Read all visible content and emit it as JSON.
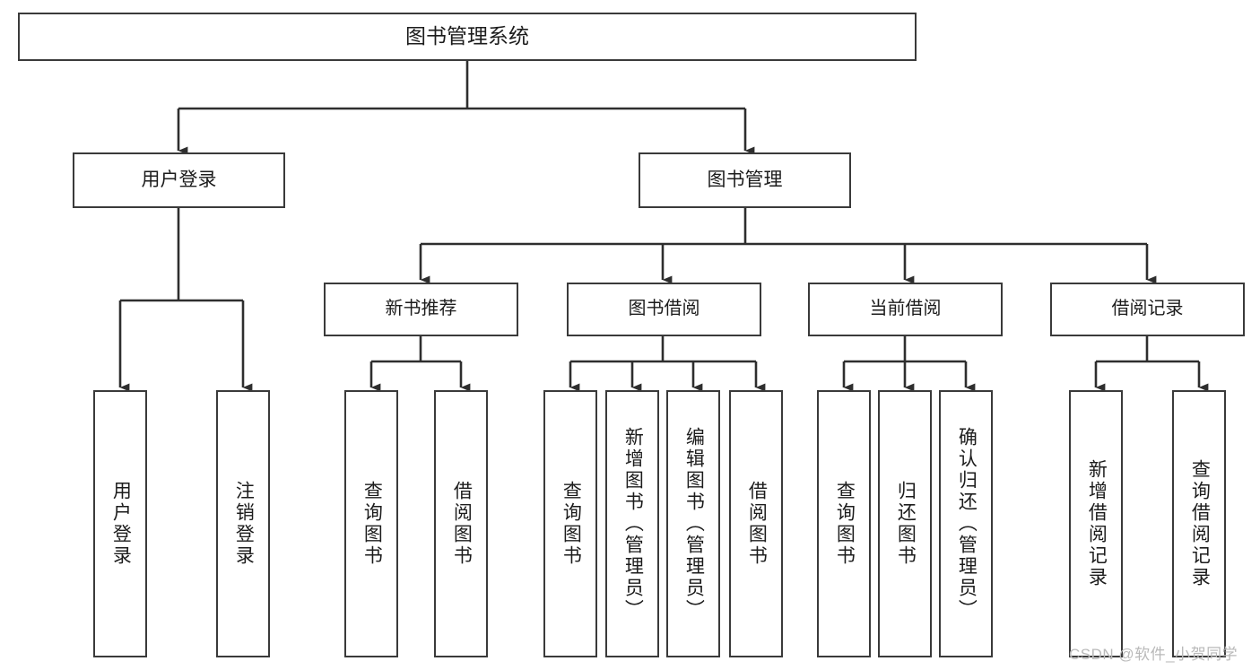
{
  "diagram": {
    "title": "图书管理系统",
    "type": "tree-hierarchy-chart",
    "root": {
      "label": "图书管理系统"
    },
    "level2": [
      {
        "label": "用户登录"
      },
      {
        "label": "图书管理"
      }
    ],
    "level3": [
      {
        "label": "新书推荐"
      },
      {
        "label": "图书借阅"
      },
      {
        "label": "当前借阅"
      },
      {
        "label": "借阅记录"
      }
    ],
    "leaves": {
      "user_login": [
        {
          "label": "用户登录"
        },
        {
          "label": "注销登录"
        }
      ],
      "new_book_recommend": [
        {
          "label": "查询图书"
        },
        {
          "label": "借阅图书"
        }
      ],
      "book_borrow": [
        {
          "label": "查询图书"
        },
        {
          "label": "新增图书（管理员）"
        },
        {
          "label": "编辑图书（管理员）"
        },
        {
          "label": "借阅图书"
        }
      ],
      "current_borrow": [
        {
          "label": "查询图书"
        },
        {
          "label": "归还图书"
        },
        {
          "label": "确认归还（管理员）"
        }
      ],
      "borrow_record": [
        {
          "label": "新增借阅记录"
        },
        {
          "label": "查询借阅记录"
        }
      ]
    },
    "watermark": "CSDN @软件_小贺同学",
    "colors": {
      "border": "#3a3a3a",
      "text": "#1c1c1c",
      "background": "#ffffff",
      "connector": "#2e2e2e",
      "watermark": "#b9b9b9"
    }
  }
}
